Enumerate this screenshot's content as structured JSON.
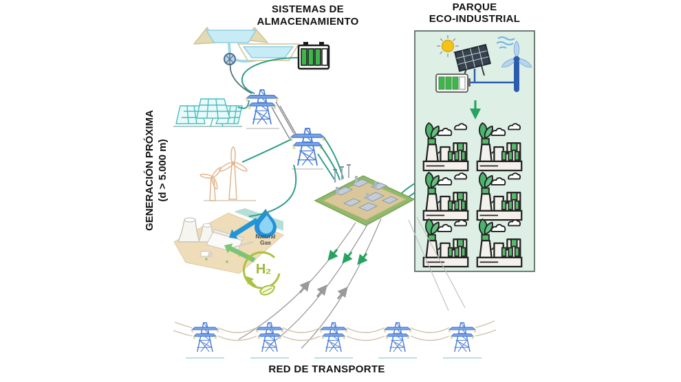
{
  "titles": {
    "storage_line1": "SISTEMAS DE",
    "storage_line2": "ALMACENAMIENTO",
    "park_line1": "PARQUE",
    "park_line2": "ECO-INDUSTRIAL",
    "generation_line1": "GENERACIÓN PRÓXIMA",
    "generation_line2": "(d > 5.000 m)",
    "grid": "RED DE TRANSPORTE"
  },
  "labels": {
    "natural_gas_line1": "Natural",
    "natural_gas_line2": "Gas",
    "hydrogen": "H₂"
  },
  "icons": {
    "storage": [
      "pumped-hydro-storage-icon",
      "battery-storage-icon"
    ],
    "generation": [
      "solar-farm-icon",
      "wind-farm-icon",
      "gas-power-plant-icon",
      "natural-gas-flame-icon",
      "hydrogen-icon"
    ],
    "network": [
      "transmission-tower-icon",
      "substation-icon",
      "grid-tower-row"
    ],
    "park": [
      "hybrid-renewable-system-icon",
      "sun-icon",
      "solar-panel-icon",
      "wind-turbine-icon",
      "battery-icon",
      "eco-factory-icon"
    ],
    "flows": [
      "green-flow-arrows-icon",
      "gray-flow-arrows-icon",
      "park-supply-arrow-icon",
      "gas-input-arrow-icon",
      "hydrogen-input-arrow-icon"
    ]
  },
  "colors": {
    "wire_teal": "#2f9d8a",
    "flow_green": "#28a25f",
    "flow_gray": "#9a9a9a",
    "tower_blue": "#4a7dd6",
    "park_bg": "#def0e6",
    "park_border": "#5d6e63",
    "leaf_green": "#4ab56a",
    "battery_green": "#3cb84a",
    "flame_blue": "#2490d8",
    "h2_green": "#a9c23f",
    "water_blue": "#c8ecf6",
    "sand_tan": "#efdcb8"
  }
}
